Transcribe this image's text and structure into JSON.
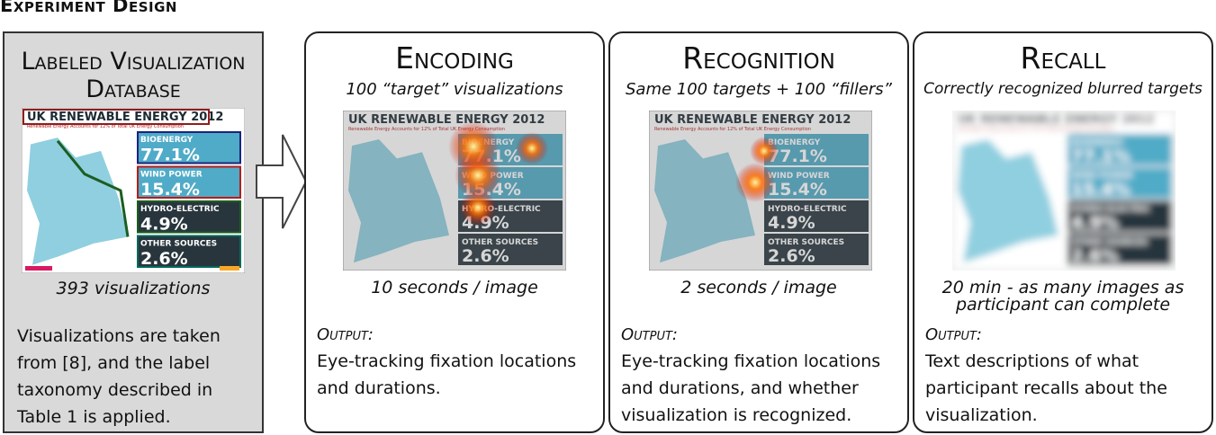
{
  "header": {
    "title": "Experiment Design"
  },
  "database": {
    "title_line1": "Labeled Visualization",
    "title_line2": "Database",
    "count": "393 visualizations",
    "description": "Visualizations are taken from [8], and the label taxonomy described in Table 1 is applied."
  },
  "thumbnail": {
    "title": "UK RENEWABLE ENERGY 2012",
    "subtitle": "Renewable Energy Accounts for 12% of Total UK Energy Consumption",
    "rows": [
      {
        "label": "BIOENERGY",
        "value": "77.1%"
      },
      {
        "label": "WIND POWER",
        "value": "15.4%"
      },
      {
        "label": "HYDRO-ELECTRIC",
        "value": "4.9%"
      },
      {
        "label": "OTHER SOURCES",
        "value": "2.6%"
      }
    ],
    "colors": {
      "sea": "#ffffff",
      "land": "#8fcfe0",
      "panel_top": "#46a6c4",
      "panel_dark": "#1c2a33"
    }
  },
  "stages": [
    {
      "title": "Encoding",
      "subtitle": "100 “target” visualizations",
      "timing": "10 seconds / image",
      "output_label": "Output:",
      "output_text": "Eye-tracking fixation locations and durations."
    },
    {
      "title": "Recognition",
      "subtitle": "Same 100 targets + 100 “fillers”",
      "timing": "2 seconds / image",
      "output_label": "Output:",
      "output_text": "Eye-tracking fixation locations and durations, and whether visualization is recognized."
    },
    {
      "title": "Recall",
      "subtitle": "Correctly recognized blurred targets",
      "timing": "20 min - as many images as participant can complete",
      "output_label": "Output:",
      "output_text": "Text descriptions of what participant recalls about the visualization."
    }
  ]
}
